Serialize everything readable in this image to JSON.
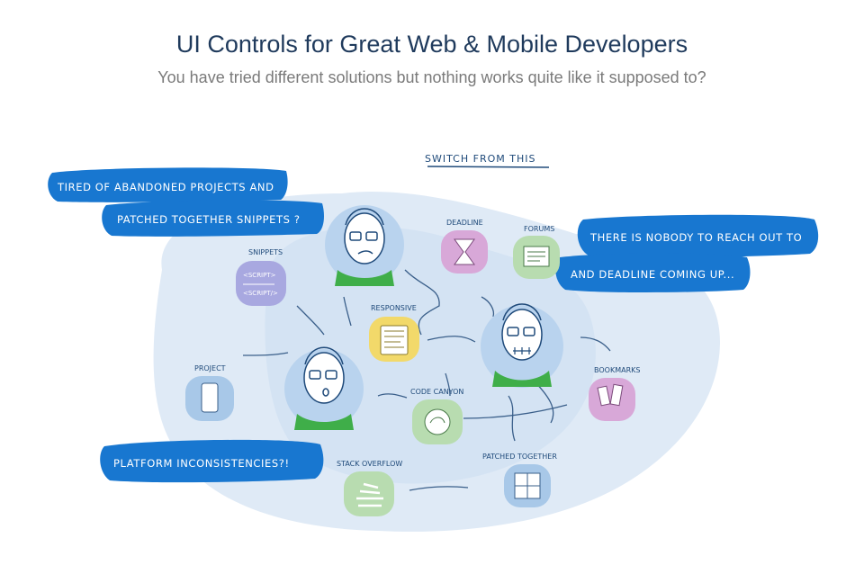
{
  "header": {
    "title": "UI Controls for Great Web & Mobile Developers",
    "subtitle": "You have tried different solutions but nothing works quite like it supposed to?"
  },
  "illustration": {
    "switch_label": "SWITCH FROM THIS",
    "bubbles": {
      "abandoned_line1": "TIRED OF ABANDONED PROJECTS AND",
      "abandoned_line2": "PATCHED TOGETHER SNIPPETS ?",
      "nobody_line1": "THERE IS NOBODY TO REACH OUT TO",
      "nobody_line2": "AND DEADLINE COMING UP...",
      "platform": "PLATFORM INCONSISTENCIES?!"
    },
    "labels": {
      "snippets": "SNIPPETS",
      "deadline": "DEADLINE",
      "forums": "FORUMS",
      "responsive": "RESPONSIVE",
      "project": "PROJECT",
      "code_canyon": "CODE CANYON",
      "bookmarks": "BOOKMARKS",
      "stack_overflow": "STACK OVERFLOW",
      "patched_together": "PATCHED TOGETHER"
    },
    "script_tag_1": "<SCRIPT>",
    "script_tag_2": "<SCRIPT/>",
    "colors": {
      "bubble": "#1877d0",
      "blob": "#dbe8f5",
      "blob_dark": "#c8dcf0",
      "ink": "#1f4a7a",
      "shirt": "#3fae49"
    }
  }
}
